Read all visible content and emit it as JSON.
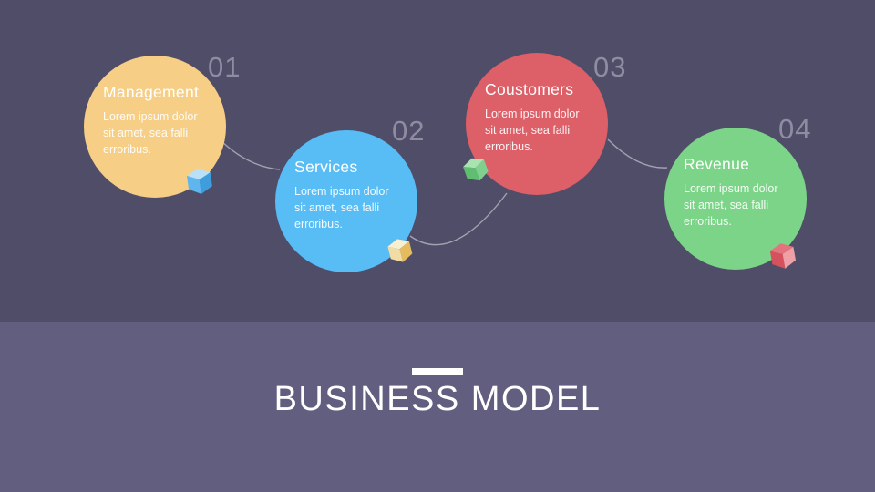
{
  "slide": {
    "section_title": "BUSINESS MODEL",
    "colors": {
      "background_top": "#504D69",
      "background_bottom": "#615E80",
      "connector_line": "#ACAAB9",
      "step_number_text": "#8F8CA2",
      "text": "#FFFFFF"
    }
  },
  "steps": [
    {
      "number": "01",
      "title": "Management",
      "body": "Lorem ipsum dolor sit amet, sea falli erroribus.",
      "circle_color": "#F6CE85",
      "cube_icon": "blue-cube-icon",
      "cube_colors": {
        "top": "#B9E0F9",
        "front": "#5FB5EE",
        "side": "#3E9EDD"
      }
    },
    {
      "number": "02",
      "title": "Services",
      "body": "Lorem ipsum dolor sit amet, sea falli erroribus.",
      "circle_color": "#58BCF5",
      "cube_icon": "yellow-cube-icon",
      "cube_colors": {
        "top": "#F8EFD0",
        "front": "#F0DCA4",
        "side": "#E4BC5F"
      }
    },
    {
      "number": "03",
      "title": "Coustomers",
      "body": "Lorem ipsum dolor sit amet, sea falli erroribus.",
      "circle_color": "#DD5F67",
      "cube_icon": "green-cube-icon",
      "cube_colors": {
        "top": "#AAE3B2",
        "front": "#5FBE70",
        "side": "#7FD08D"
      }
    },
    {
      "number": "04",
      "title": "Revenue",
      "body": "Lorem ipsum dolor sit amet, sea falli erroribus.",
      "circle_color": "#7CD488",
      "cube_icon": "red-cube-icon",
      "cube_colors": {
        "top": "#E4737D",
        "front": "#D4515D",
        "side": "#EFA0A7"
      }
    }
  ]
}
